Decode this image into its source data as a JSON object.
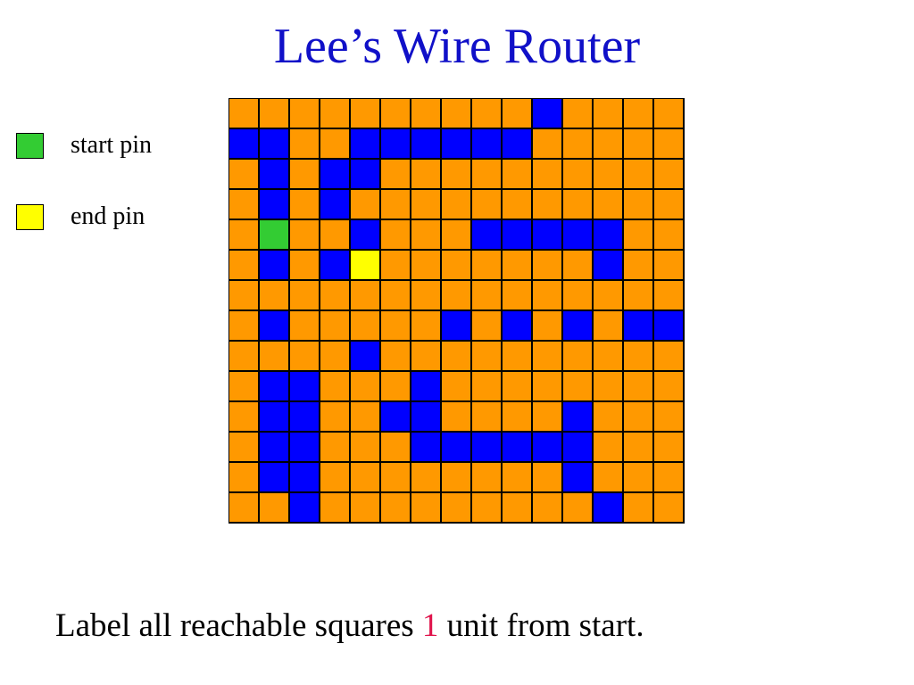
{
  "title": "Lee’s Wire Router",
  "legend": [
    {
      "label": "start pin",
      "color": "#33cc33"
    },
    {
      "label": "end pin",
      "color": "#ffff00"
    }
  ],
  "colors": {
    "free": "#ff9900",
    "blocked": "#0000ff",
    "start": "#33cc33",
    "end": "#ffff00"
  },
  "grid": {
    "rows": [
      "..........B....",
      "BB..BBBBBB.....",
      ".B.BB..........",
      ".B.B...........",
      ".S..B...BBBBB..",
      ".B.BE.......B..",
      "...............",
      ".B.....B.B.B.BB",
      "....B..........",
      ".BB...B........",
      ".BB..BB....B...",
      ".BB...BBBBBB...",
      ".BB........B...",
      "..B.........B.."
    ]
  },
  "caption": {
    "before": "Label all reachable squares ",
    "number": "1",
    "after": " unit from start."
  }
}
